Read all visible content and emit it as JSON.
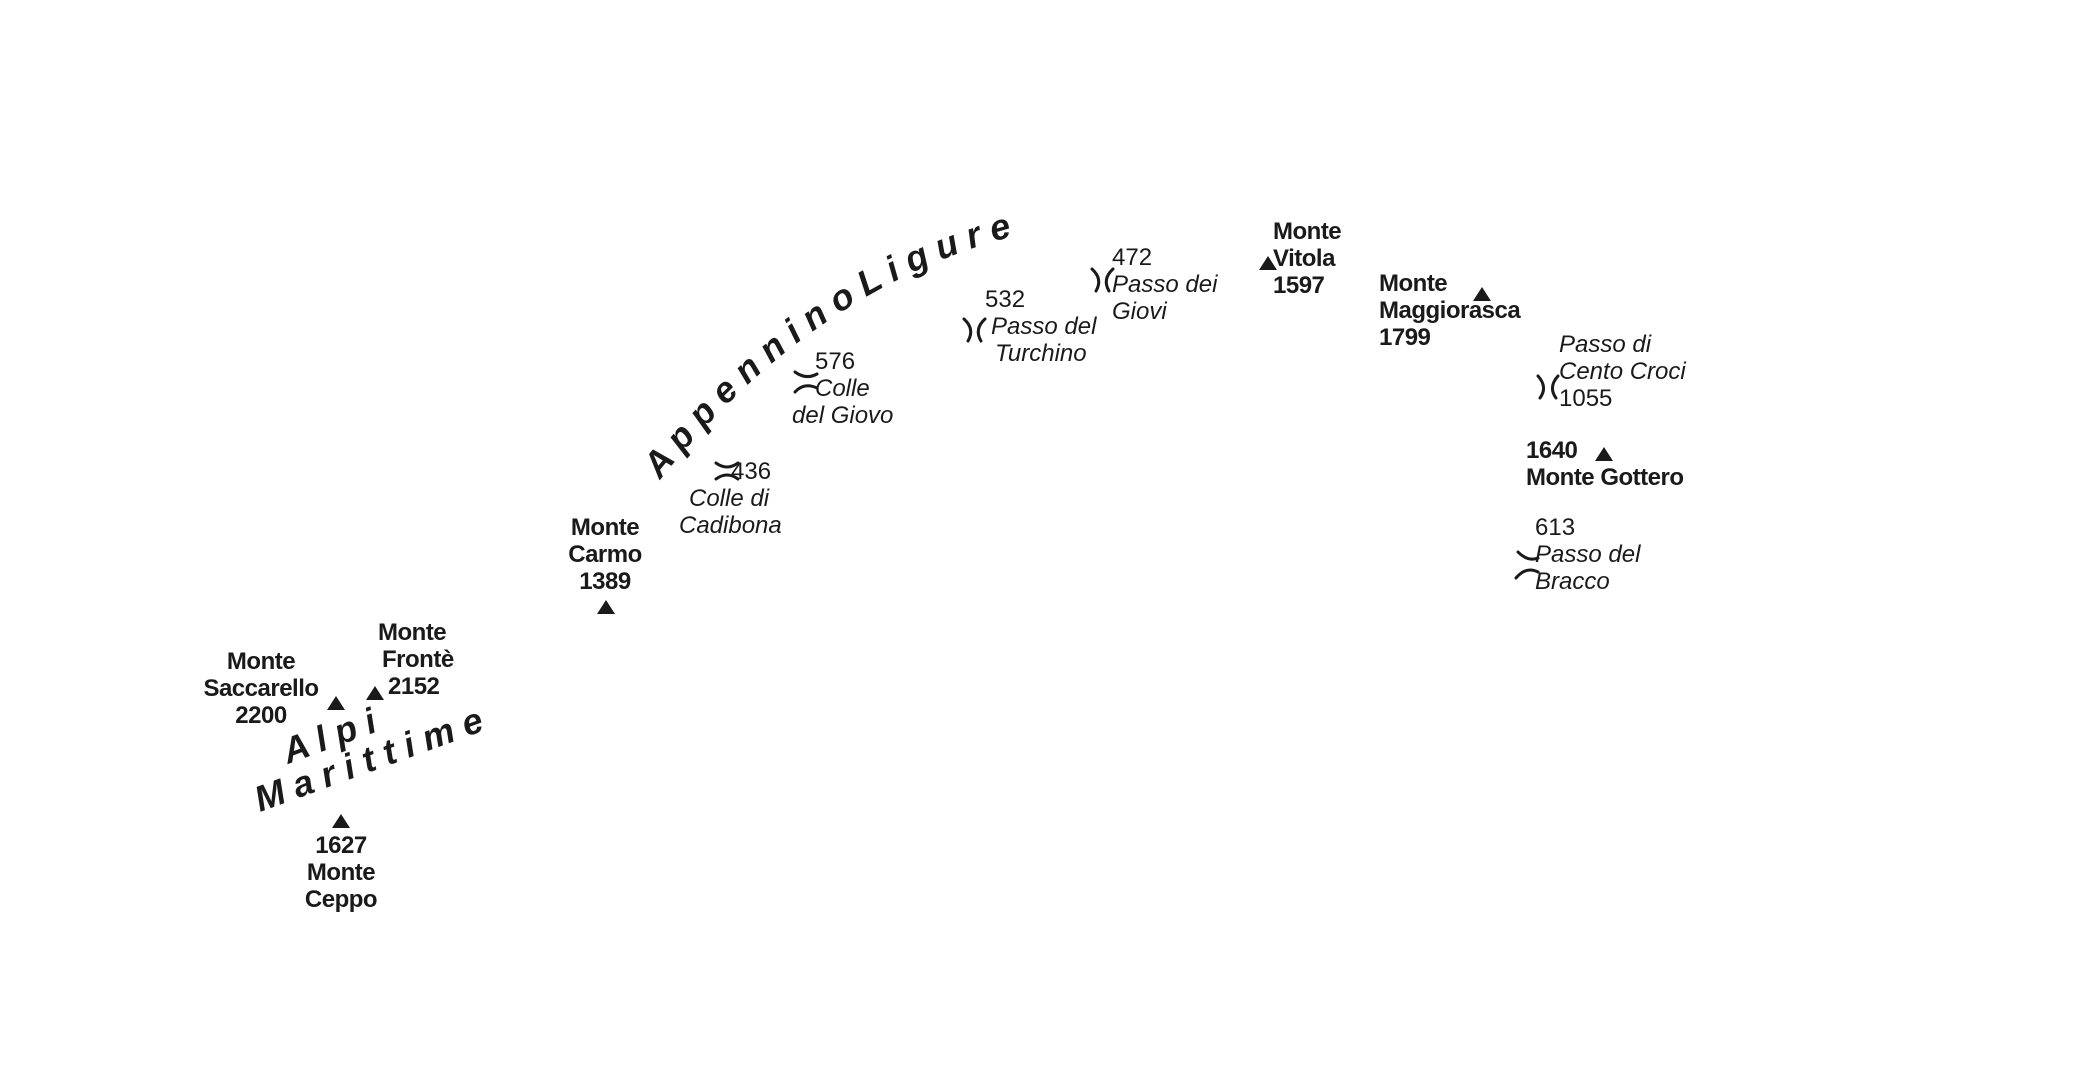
{
  "colors": {
    "ink": "#1a1a1a",
    "background": "#ffffff"
  },
  "ranges": {
    "alpi": {
      "line1": "A l p i",
      "line2": "M a r i t t i m e"
    },
    "appennino": {
      "label": "A p p e n n i n o   L i g u r e"
    }
  },
  "peaks": {
    "saccarello": {
      "line1": "Monte",
      "line2": "Saccarello",
      "elevation": "2200"
    },
    "fronte": {
      "line1": "Monte",
      "line2": "Frontè",
      "elevation": "2152"
    },
    "ceppo": {
      "elevation": "1627",
      "line1": "Monte",
      "line2": "Ceppo"
    },
    "carmo": {
      "line1": "Monte",
      "line2": "Carmo",
      "elevation": "1389"
    },
    "vitola": {
      "line1": "Monte",
      "line2": "Vitola",
      "elevation": "1597"
    },
    "maggiorasca": {
      "line1": "Monte",
      "line2": "Maggiorasca",
      "elevation": "1799"
    },
    "gottero": {
      "elevation": "1640",
      "name": "Monte Gottero"
    }
  },
  "passes": {
    "cadibona": {
      "elevation": "436",
      "line1": "Colle di",
      "line2": "Cadibona"
    },
    "giovo": {
      "elevation": "576",
      "line1": "Colle",
      "line2": "del Giovo"
    },
    "turchino": {
      "elevation": "532",
      "line1": "Passo del",
      "line2": "Turchino"
    },
    "giovi": {
      "elevation": "472",
      "line1": "Passo dei",
      "line2": "Giovi"
    },
    "cento_croci": {
      "line1": "Passo di",
      "line2": "Cento Croci",
      "elevation": "1055"
    },
    "bracco": {
      "elevation": "613",
      "line1": "Passo del",
      "line2": "Bracco"
    }
  },
  "icons": {
    "peak": "triangle-peak-icon",
    "pass": "mountain-pass-icon"
  }
}
